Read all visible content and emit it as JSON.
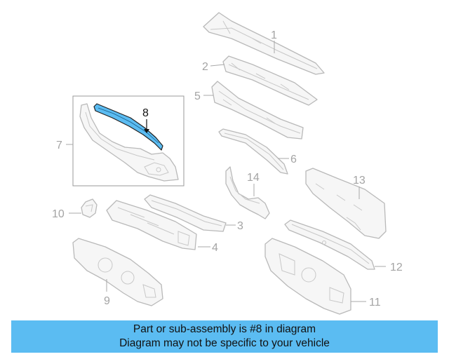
{
  "diagram": {
    "highlight_color": "#5bbcf2",
    "part_color": "#b9b9b9",
    "callouts": {
      "c1": "1",
      "c2": "2",
      "c3": "3",
      "c4": "4",
      "c5": "5",
      "c6": "6",
      "c7": "7",
      "c8": "8",
      "c9": "9",
      "c10": "10",
      "c11": "11",
      "c12": "12",
      "c13": "13",
      "c14": "14"
    },
    "highlighted_part": "8"
  },
  "banner": {
    "line1": "Part or sub-assembly is #8 in diagram",
    "line2": "Diagram may not be specific to your vehicle",
    "background": "#5bbcf2"
  }
}
